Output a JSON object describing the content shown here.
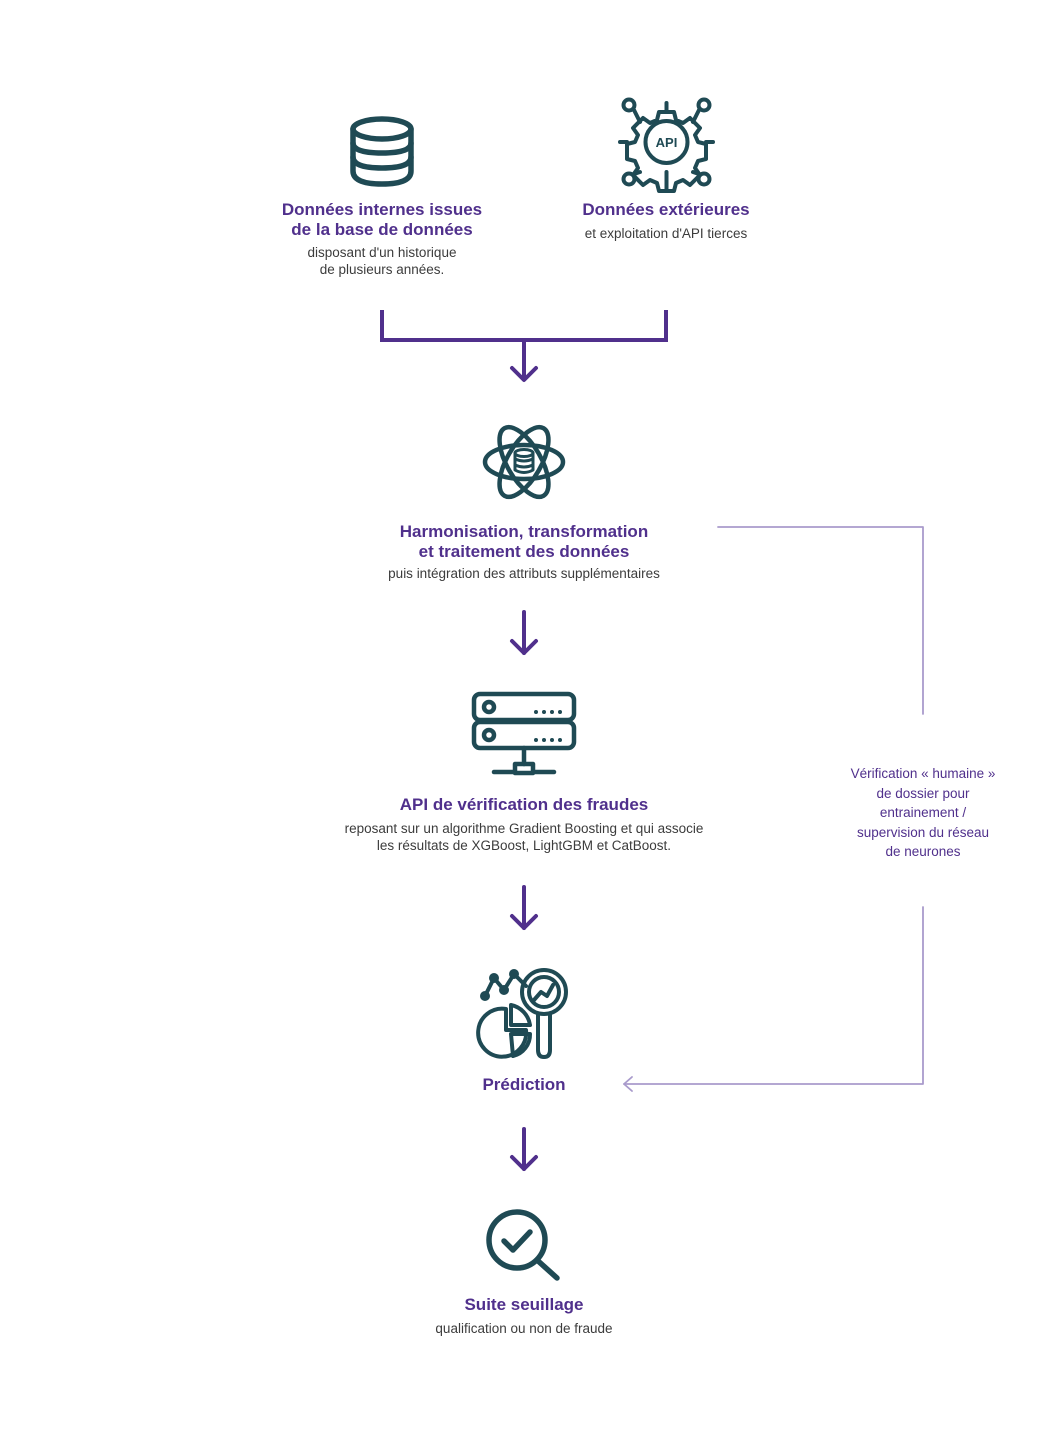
{
  "colors": {
    "title": "#50308c",
    "text": "#3c3c3c",
    "icon": "#1f4a54",
    "arrow": "#50308c",
    "feedback": "#a99bcc",
    "background": "#ffffff"
  },
  "sources": [
    {
      "icon": "database-icon",
      "title": "Données internes issues\nde la base de données",
      "description": "disposant d'un historique\nde plusieurs années."
    },
    {
      "icon": "api-gear-icon",
      "title": "Données extérieures",
      "description": "et exploitation d'API tierces"
    }
  ],
  "steps": [
    {
      "icon": "atom-database-icon",
      "title": "Harmonisation, transformation\net traitement des données",
      "description": "puis intégration des attributs supplémentaires"
    },
    {
      "icon": "server-icon",
      "title": "API de vérification des fraudes",
      "description": "reposant sur un algorithme Gradient Boosting et qui associe\nles résultats de XGBoost, LightGBM et CatBoost."
    },
    {
      "icon": "analytics-magnifier-icon",
      "title": "Prédiction",
      "description": ""
    },
    {
      "icon": "search-check-icon",
      "title": "Suite seuillage",
      "description": "qualification ou non de fraude"
    }
  ],
  "feedback": {
    "label": "Vérification « humaine »\nde dossier pour\nentrainement /\nsupervision du réseau\nde neurones"
  },
  "api_badge": "API"
}
